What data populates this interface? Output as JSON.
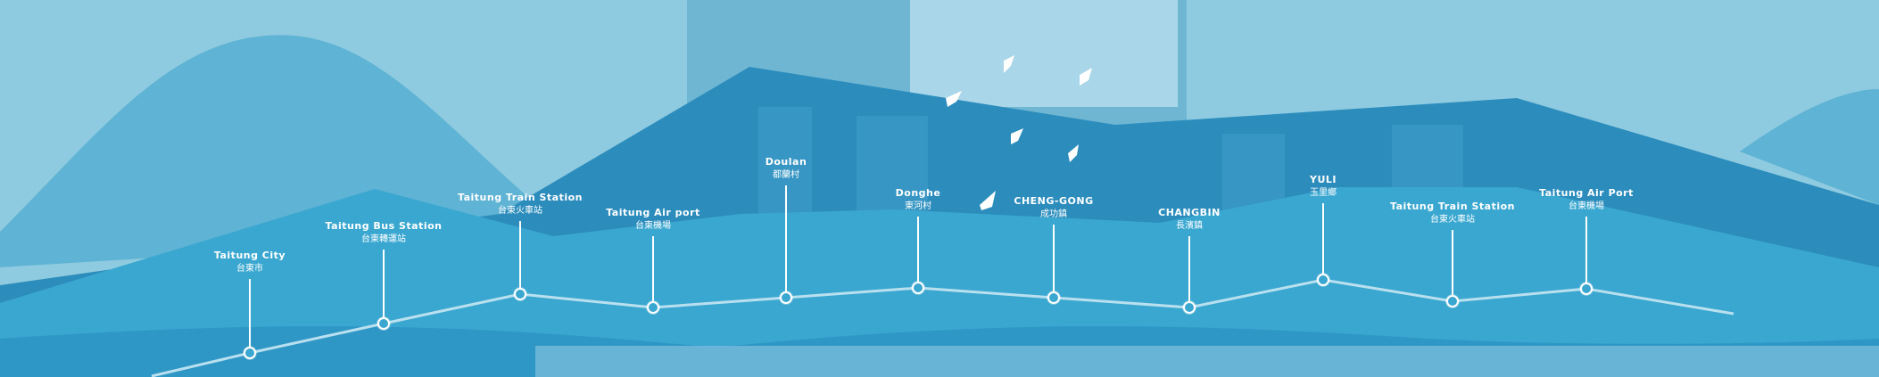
{
  "route": {
    "stops": [
      {
        "en": "Taitung City",
        "zh": "台東市"
      },
      {
        "en": "Taitung Bus Station",
        "zh": "台東轉運站"
      },
      {
        "en": "Taitung Train Station",
        "zh": "台東火車站"
      },
      {
        "en": "Taitung Air port",
        "zh": "台東機場"
      },
      {
        "en": "Doulan",
        "zh": "都蘭村"
      },
      {
        "en": "Donghe",
        "zh": "東河村"
      },
      {
        "en": "CHENG-GONG",
        "zh": "成功鎮"
      },
      {
        "en": "CHANGBIN",
        "zh": "長濱鎮"
      },
      {
        "en": "YULI",
        "zh": "玉里鄉"
      },
      {
        "en": "Taitung Train Station",
        "zh": "台東火車站"
      },
      {
        "en": "Taitung Air Port",
        "zh": "台東機場"
      }
    ]
  },
  "colors": {
    "sky": "#8fcbe0",
    "mountain": "#3aa7d0",
    "dark": "#2a8fbf",
    "line": "#b9e0ef"
  }
}
